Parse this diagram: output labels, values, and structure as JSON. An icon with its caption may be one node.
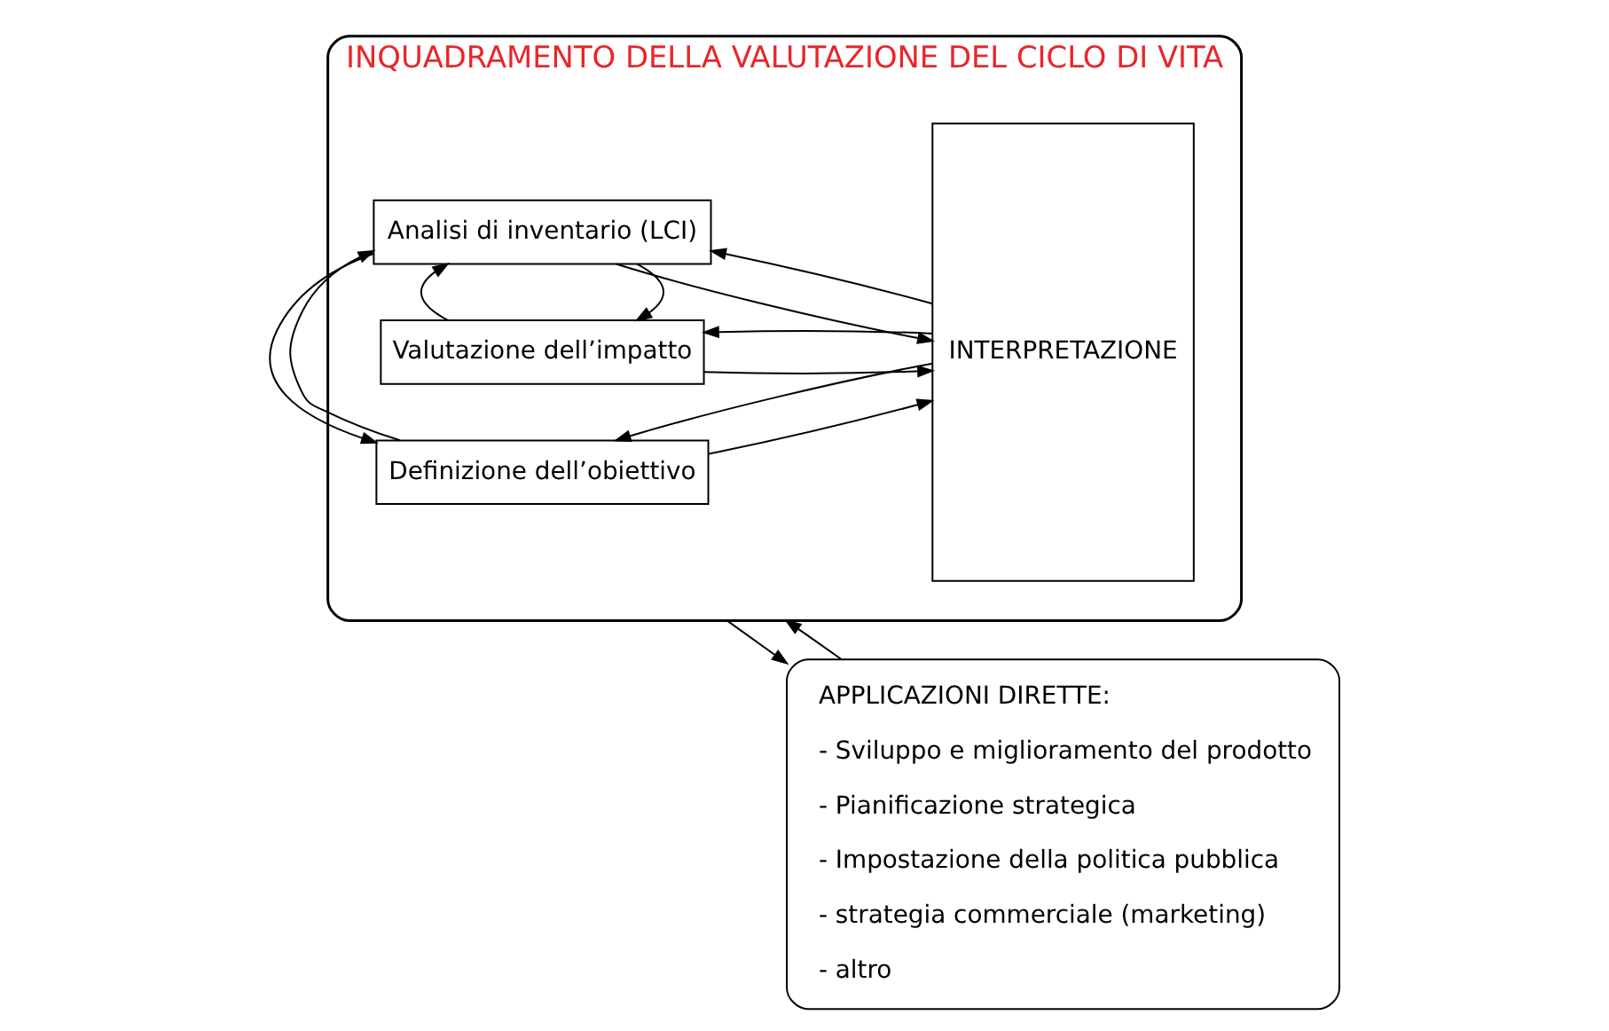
{
  "diagram": {
    "nodes": [
      {
        "text": [
          "INQUADRAMENTO DELLA VALUTAZIONE DEL CICLO DI VITA"
        ]
      },
      {
        "text": [
          "Definizione dell’obiettivo"
        ],
        "in": 0
      },
      {
        "text": [
          "Analisi di inventario (LCI)"
        ],
        "in": 0
      },
      {
        "text": [
          "Valutazione dell’impatto"
        ],
        "in": 0
      },
      {
        "text": [
          "INTERPRETAZIONE"
        ],
        "in": 0
      },
      {
        "text": [
          "APPLICAZIONI DIRETTE:",
          "- Sviluppo e miglioramento del prodotto",
          "- Pianificazione strategica",
          "- Impostazione della politica pubblica",
          "- strategia commerciale (marketing)",
          "- altro"
        ]
      }
    ],
    "edges": [
      {
        "from": 4,
        "to": 1,
        "arrow": "to"
      },
      {
        "from": 1,
        "to": 4,
        "arrow": "to"
      },
      {
        "from": 1,
        "to": 2,
        "arrow": "to"
      },
      {
        "from": 2,
        "to": 1,
        "arrow": "to"
      },
      {
        "from": 4,
        "to": 2,
        "arrow": "to"
      },
      {
        "from": 2,
        "to": 4,
        "arrow": "to"
      },
      {
        "from": 2,
        "to": 3,
        "arrow": "to"
      },
      {
        "from": 3,
        "to": 2,
        "arrow": "to"
      },
      {
        "from": 4,
        "to": 3,
        "arrow": "to"
      },
      {
        "from": 3,
        "to": 4,
        "arrow": "to"
      },
      {
        "from": 0,
        "to": 5,
        "arrow": "to"
      },
      {
        "from": 5,
        "to": 0,
        "arrow": "to"
      }
    ]
  }
}
